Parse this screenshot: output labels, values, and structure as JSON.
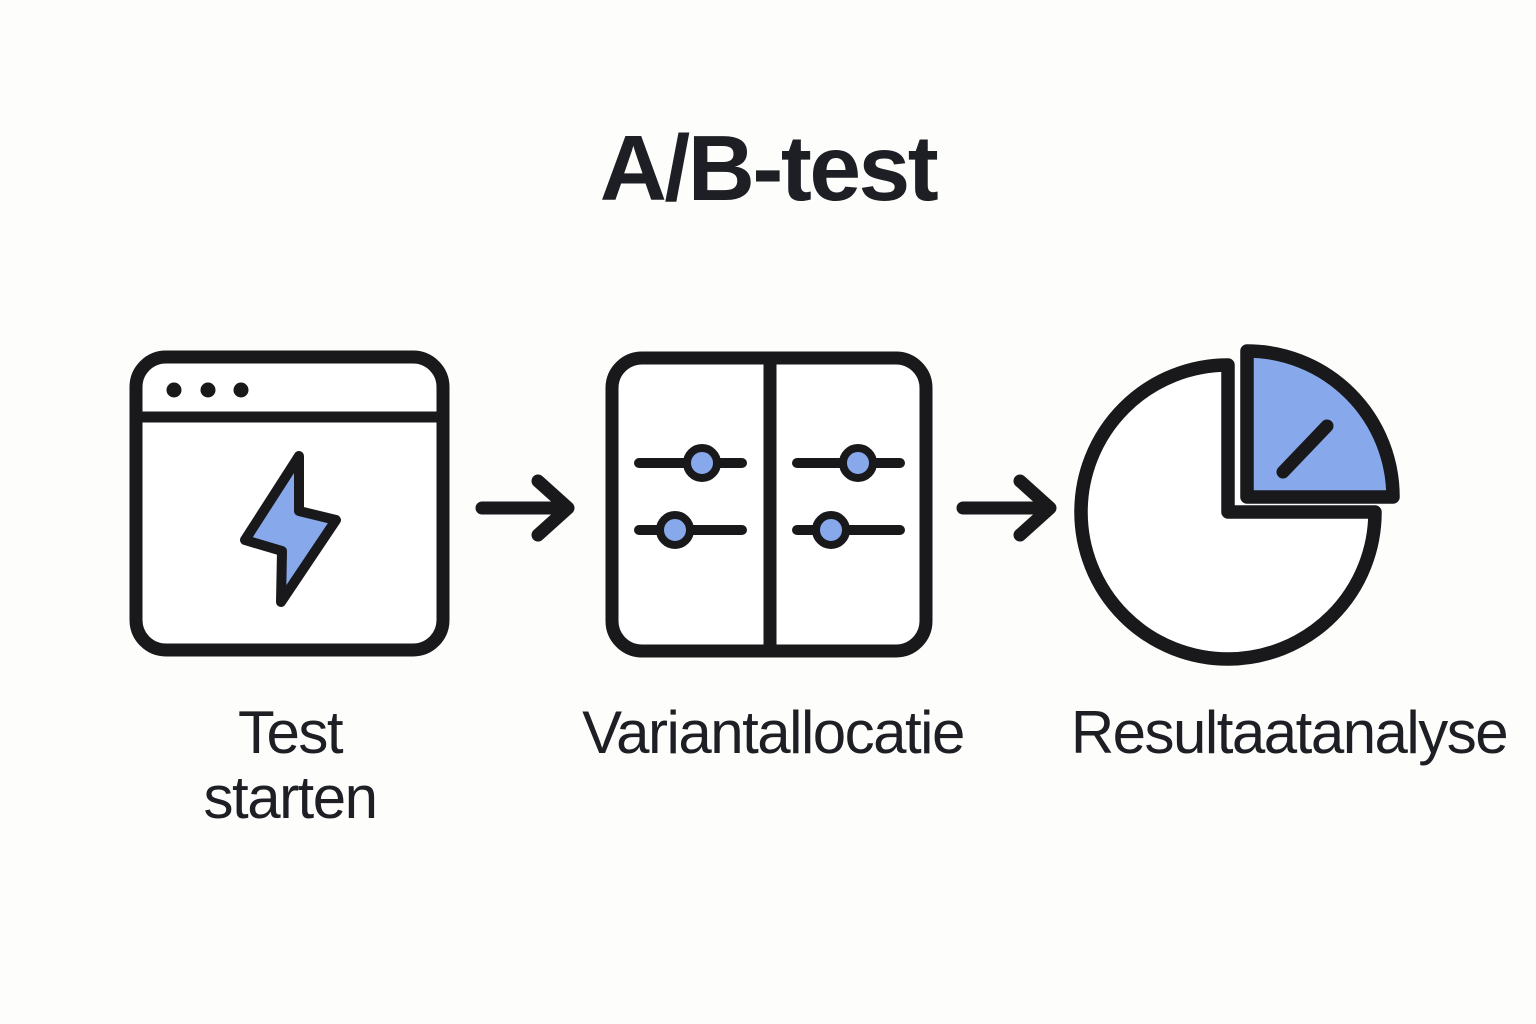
{
  "title": "A/B-test",
  "colors": {
    "background": "#FDFDFB",
    "stroke": "#19191b",
    "accent": "#87A9EC",
    "text": "#1d1f24"
  },
  "steps": [
    {
      "label": "Test starten",
      "icon": "browser-window-lightning-icon"
    },
    {
      "label": "Variantallocatie",
      "icon": "split-panel-sliders-icon"
    },
    {
      "label": "Resultaatanalyse",
      "icon": "pie-chart-icon"
    }
  ],
  "connectors": [
    {
      "icon": "arrow-right-icon"
    },
    {
      "icon": "arrow-right-icon"
    }
  ]
}
